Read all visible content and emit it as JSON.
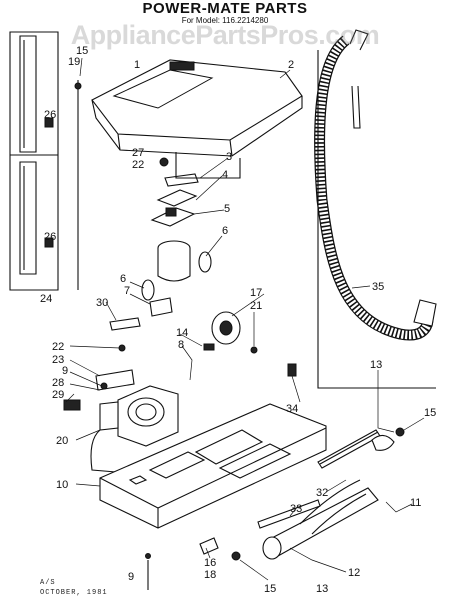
{
  "header": {
    "title": "POWER-MATE PARTS",
    "model": "For Model: 116.2214280",
    "watermark": "AppliancePartsPros.com"
  },
  "footer": {
    "line1": "A/S",
    "line2": "OCTOBER, 1981"
  },
  "parts": {
    "p1": "1",
    "p2": "2",
    "p3": "3",
    "p4": "4",
    "p5": "5",
    "p6": "6",
    "p7": "7",
    "p8": "8",
    "p9": "9",
    "p10": "10",
    "p11": "11",
    "p12": "12",
    "p13": "13",
    "p14": "14",
    "p15": "15",
    "p16": "16",
    "p17": "17",
    "p18": "18",
    "p19": "19",
    "p20": "20",
    "p21": "21",
    "p22": "22",
    "p23": "23",
    "p24": "24",
    "p26": "26",
    "p27": "27",
    "p28": "28",
    "p29": "29",
    "p30": "30",
    "p32": "32",
    "p33": "33",
    "p34": "34",
    "p35": "35"
  }
}
